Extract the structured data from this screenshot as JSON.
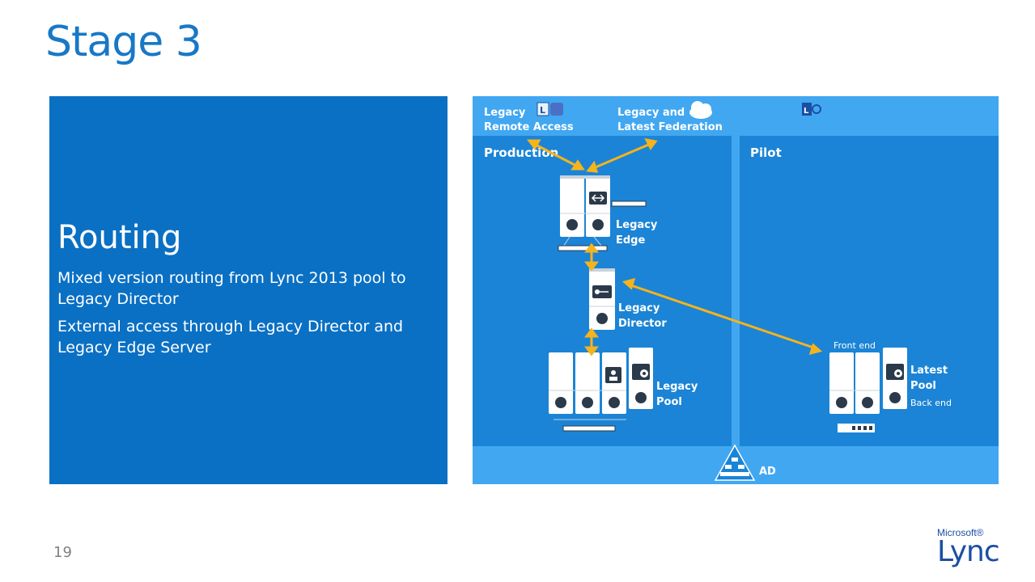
{
  "slide": {
    "title": "Stage 3",
    "page_number": "19"
  },
  "left_panel": {
    "heading": "Routing",
    "bullets": [
      "Mixed version routing from Lync 2013 pool to Legacy Director",
      "External access through Legacy Director and Legacy Edge Server"
    ]
  },
  "diagram": {
    "top_labels": {
      "remote_access": [
        "Legacy",
        "Remote Access"
      ],
      "federation": [
        "Legacy and",
        "Latest Federation"
      ]
    },
    "zones": {
      "production": "Production",
      "pilot": "Pilot"
    },
    "servers": {
      "edge": [
        "Legacy",
        "Edge"
      ],
      "director": [
        "Legacy",
        "Director"
      ],
      "legacy_pool": [
        "Legacy",
        "Pool"
      ],
      "latest_pool": [
        "Latest",
        "Pool"
      ],
      "front_end": "Front end",
      "back_end": "Back end"
    },
    "ad_label": "AD",
    "colors": {
      "panel_blue": "#0a70c4",
      "light_blue": "#41a7f1",
      "zone_blue": "#1b84d6",
      "arrow": "#f5b31d"
    },
    "icons": [
      "lync-icon",
      "cloud-icon",
      "office-icon",
      "edge-icon",
      "key-icon",
      "user-icon",
      "database-icon",
      "directory-icon"
    ]
  },
  "logo": {
    "brand": "Microsoft®",
    "product": "Lync"
  }
}
